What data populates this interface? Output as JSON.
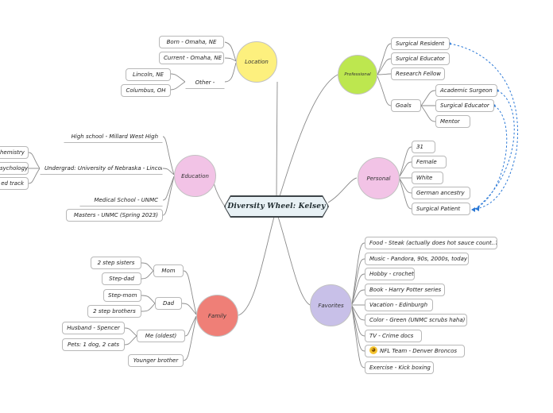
{
  "title": "Diversity Wheel: Kelsey",
  "colors": {
    "location": "#fdf07e",
    "professional": "#bde74f",
    "education": "#f2c3e6",
    "personal": "#f2c3e6",
    "family": "#ef7f77",
    "favorites": "#c8c0e8",
    "dashed_link": "#2a78d6",
    "connector": "#8a8a8a"
  },
  "location": {
    "label": "Location",
    "items": [
      "Born - Omaha, NE",
      "Current - Omaha, NE"
    ],
    "other": {
      "label": "Other -",
      "items": [
        "Lincoln, NE",
        "Columbus, OH"
      ]
    }
  },
  "professional": {
    "label": "Professional",
    "items": [
      "Surgical Resident",
      "Surgical Educator",
      "Research Fellow"
    ],
    "goals": {
      "label": "Goals",
      "items": [
        "Academic Surgeon",
        "Surgical Educator",
        "Mentor"
      ]
    }
  },
  "education": {
    "label": "Education",
    "items": [
      "High school - Millard West High",
      "Undergrad: University of Nebraska - Lincoln",
      "Medical School - UNMC",
      "Masters - UNMC (Spring 2023)"
    ],
    "undergrad_sub": [
      "hemistry",
      "sychology",
      "ed track"
    ]
  },
  "personal": {
    "label": "Personal",
    "items": [
      "31",
      "Female",
      "White",
      "German ancestry",
      "Surgical Patient"
    ]
  },
  "family": {
    "label": "Family",
    "mom": {
      "label": "Mom",
      "items": [
        "2 step sisters",
        "Step-dad"
      ]
    },
    "dad": {
      "label": "Dad",
      "items": [
        "Step-mom",
        "2 step brothers"
      ]
    },
    "me": {
      "label": "Me (oldest)",
      "items": [
        "Husband - Spencer",
        "Pets: 1 dog, 2 cats"
      ]
    },
    "brother": "Younger brother"
  },
  "favorites": {
    "label": "Favorites",
    "items": [
      "Food - Steak (actually does hot sauce count..?)",
      "Music - Pandora, 90s, 2000s, today",
      "Hobby - crochet",
      "Book - Harry Potter series",
      "Vacation - Edinburgh",
      "Color - Green (UNMC scrubs haha)",
      "TV - Crime docs",
      "NFL Team - Denver Broncos",
      "Exercise - Kick boxing"
    ],
    "nfl_icon": "football-face-icon"
  }
}
